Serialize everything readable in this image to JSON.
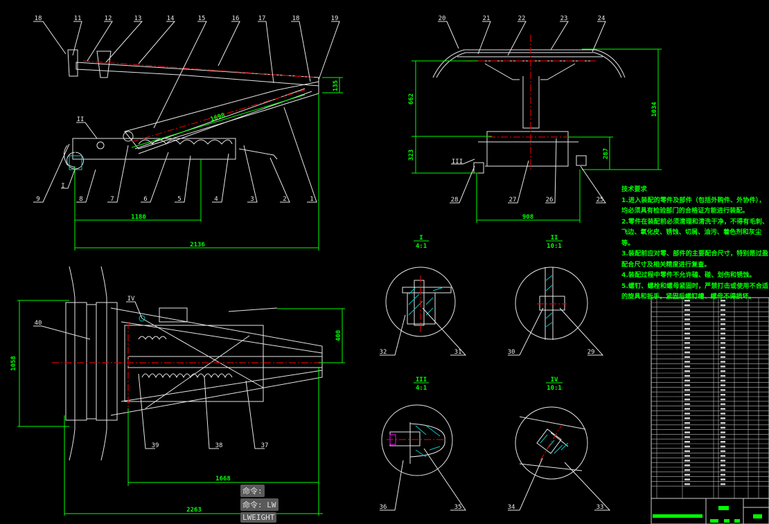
{
  "drawing": {
    "side_view": {
      "balloons_top": [
        "18",
        "11",
        "12",
        "13",
        "14",
        "15",
        "16",
        "17",
        "18",
        "19"
      ],
      "balloons_bottom": [
        "9",
        "8",
        "7",
        "6",
        "5",
        "4",
        "3",
        "2",
        "1"
      ],
      "detail_refs": [
        "II",
        "I"
      ],
      "dimensions": [
        "1180",
        "2136",
        "1698",
        "135"
      ]
    },
    "front_view": {
      "balloons": [
        "20",
        "21",
        "22",
        "23",
        "24",
        "28",
        "27",
        "26",
        "25"
      ],
      "detail_refs": [
        "III"
      ],
      "dimensions": [
        "662",
        "323",
        "1034",
        "287",
        "908"
      ]
    },
    "plan_view": {
      "balloons": [
        "40",
        "39",
        "38",
        "37"
      ],
      "detail_refs": [
        "IV"
      ],
      "dimensions": [
        "1058",
        "400",
        "1668",
        "2263"
      ]
    },
    "details": [
      {
        "name": "I",
        "scale": "4:1",
        "labels": [
          "32",
          "31"
        ]
      },
      {
        "name": "II",
        "scale": "10:1",
        "labels": [
          "30",
          "29"
        ]
      },
      {
        "name": "III",
        "scale": "4:1",
        "labels": [
          "36",
          "35"
        ]
      },
      {
        "name": "IV",
        "scale": "10:1",
        "labels": [
          "34",
          "33"
        ]
      }
    ],
    "tech_requirements": {
      "title": "技术要求",
      "items": [
        "1.进入装配的零件及部件（包括外购件、外协件），均必须具有检验部门的合格证方能进行装配。",
        "2.零件在装配前必须清理和清洗干净，不得有毛刺、飞边、氧化皮、锈蚀、切屑、油污、着色剂和灰尘等。",
        "3.装配前应对零、部件的主要配合尺寸，特别是过盈配合尺寸及相关精度进行复查。",
        "4.装配过程中零件不允许磕、碰、划伤和锈蚀。",
        "5.螺钉、螺栓和螺母紧固时，严禁打击或使用不合适的旋具和扳手。紧固后螺钉槽、螺母不得损坏。"
      ]
    }
  },
  "command_line": {
    "history": [
      "命令:",
      "命令: LW"
    ],
    "current": "LWEIGHT"
  },
  "colors": {
    "background": "#000000",
    "geometry": "#e8e8e8",
    "dimension": "#00ff00",
    "centerline": "#d00000",
    "hatch": "#00c8c8"
  }
}
